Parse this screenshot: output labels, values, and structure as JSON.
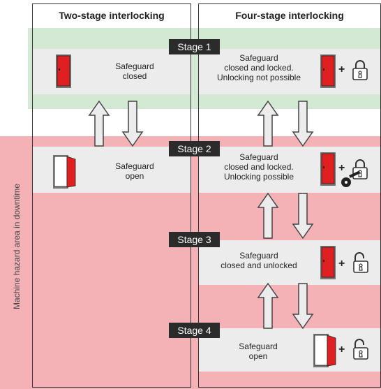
{
  "columns": {
    "left_title": "Two-stage interlocking",
    "right_title": "Four-stage interlocking"
  },
  "side_label": "Machine hazard area in downtime",
  "stages": [
    "Stage  1",
    "Stage  2",
    "Stage  3",
    "Stage  4"
  ],
  "left": {
    "s1": [
      "Safeguard",
      "closed"
    ],
    "s2": [
      "Safeguard",
      "open"
    ]
  },
  "right": {
    "s1": [
      "Safeguard",
      "closed and locked.",
      "Unlocking not possible"
    ],
    "s2": [
      "Safeguard",
      "closed and locked.",
      "Unlocking possible"
    ],
    "s3": [
      "Safeguard",
      "closed and unlocked"
    ],
    "s4": [
      "Safeguard",
      "open"
    ]
  },
  "plus_sign": "+",
  "icons": [
    "door-closed-icon",
    "door-open-icon",
    "padlock-locked-icon",
    "padlock-open-icon",
    "key-icon",
    "arrow-up-icon",
    "arrow-down-icon"
  ],
  "colors": {
    "safe_zone": "#d3e9d3",
    "hazard_zone": "#f4b1b6",
    "door_red": "#e02020",
    "stage_badge": "#2b2b2b"
  }
}
